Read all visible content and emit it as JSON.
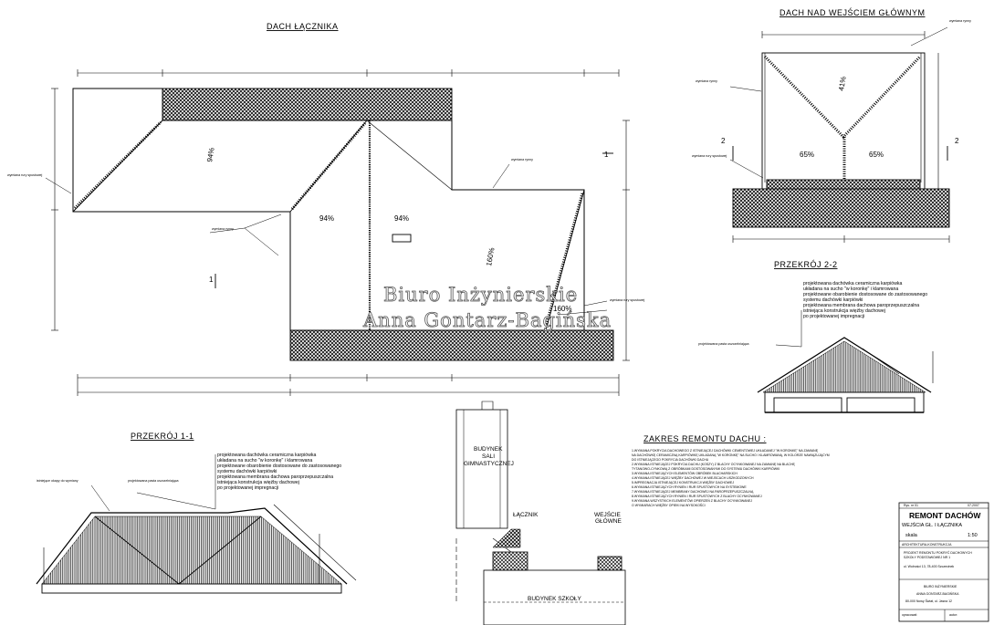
{
  "titles": {
    "dach_lacznika": "DACH ŁĄCZNIKA",
    "dach_wejscie": "DACH NAD WEJŚCIEM GŁÓWNYM",
    "przekroj_22": "PRZEKRÓJ 2-2",
    "przekroj_11": "PRZEKRÓJ 1-1",
    "zakres": "ZAKRES REMONTU DACHU :"
  },
  "slopes": {
    "a": "94%",
    "b": "94%",
    "c": "94%",
    "d": "160%",
    "e": "160%",
    "f": "41%",
    "g": "65%",
    "h": "65%"
  },
  "section_marks": {
    "one_a": "1",
    "one_b": "1",
    "two_a": "2",
    "two_b": "2"
  },
  "buildings": {
    "sala_1": "BUDYNEK",
    "sala_2": "SALI",
    "sala_3": "GIMNASTYCZNEJ",
    "lacznik": "ŁĄCZNIK",
    "wejscie_1": "WEJŚCIE",
    "wejscie_2": "GŁÓWNE",
    "szkola": "BUDYNEK SZKOŁY"
  },
  "notes_22": [
    "projektowana dachówka ceramiczna karpiówka",
    "układana na sucho \"w koronkę\" i klamrowana",
    "projektowane obarobienie dostosowane do zastosowanego",
    "systemu dachówki karpiówki",
    "projektowana membrana dachowa paroprzepuszczalna",
    "istniejąca konstrukcja więźby dachowej",
    "po projektowanej impregnacji"
  ],
  "notes_11": [
    "projektowana dachówka ceramiczna karpiówka",
    "układana na sucho \"w koronkę\" i klamrowana",
    "projektowane obarobienie dostosowane do zastosowanego",
    "systemu dachówki karpiówki",
    "projektowana membrana dachowa paroprzepuszczalna",
    "istniejąca konstrukcja więźby dachowej",
    "po projektowanej impregnacji"
  ],
  "scope_lines": [
    "1.WYMIANA POKRYCIA DACHOWEGO Z ISTNIEJĄCEJ DACHÓWKI CEMENTOWEJ UKŁADANEJ \"W KORONKĘ\" NA ZAMIANĘ",
    "NA DACHÓWKĘ CERAMICZNĄ KARPIÓWKĘ UKŁADANĄ \"W KORONKĘ\" NA SUCHO I KLAMROWANĄ, W KOLORZE NAWIĄZUJĄCYM",
    "DO ISTNIEJĄCEGO POKRYCIA DACHÓWKI DACHU",
    "2.WYMIANA ISTNIEJĄCEJ POKRYCIA DACHU (KOSZY) Z BLACHY OCYNKOWANEJ NA ZAMIANĘ NA BLACHĘ",
    "TYTANOWO-CYNKOWĄ Z OBRÓBKAMI DOSTOSOWANYMI DO SYSTEMU DACHÓWKI KARPIÓWKI",
    "3.WYMIANA ISTNIEJĄCYCH ELEMENTÓW OBRÓBEK BLACHARSKICH",
    "4.WYMIANA ISTNIEJĄCEJ WIĘŹBY DACHOWEJ W MIEJSCACH USZKODZONYCH",
    "5.IMPREGNACJA ISTNIEJĄCEJ KONSTRUKCJI WIĘŹBY DACHOWEJ",
    "6.WYMIANA ISTNIEJĄCYCH RYNIEN I RUR SPUSTOWYCH NA SYSTEMOWE",
    "7.WYMIANA ISTNIEJĄCEJ MEMBRANY DACHOWEJ NA PAROPRZEPUSZCZALNĄ",
    "8.WYMIANA ISTNIEJĄCYCH RYNIEN I RUR SPUSTOWYCH Z BLACHY OCYNKOWANEJ",
    "9.WYMIANA WSZYSTKICH ELEMENTÓW OPIERZEŃ Z BLACHY OCYNKOWANEJ",
    "O WYMIARACH WIĘŹBY OPIEKI NA WYSOKOŚCI"
  ],
  "watermark": {
    "line1": "Biuro Inżynierskie",
    "line2": "Anna Gontarz-Bagińska"
  },
  "titleblock": {
    "rys": "Rys. nr 01",
    "date": "07-2007",
    "name1": "REMONT DACHÓW",
    "name2": "WEJŚCIA GŁ. I ŁĄCZNIKA",
    "skala_label": "skala",
    "skala": "1:50",
    "faza": "ARCHITEKTURA-KONSTRUKCJA",
    "project1": "PROJEKT REMONTU POKRYĆ DACHOWYCH",
    "project2": "SZKOŁY PODSTAWOWEJ NR 1",
    "addr": "ul. Wolności 13, 78-400 Szczecinek",
    "biuro": "BIURO INŻYNIERSKIE",
    "biuro2": "ANNA GONTARZ-BAGIŃSKA",
    "biuro3": "80-000 Nowy Świat, ul. Jasna 12",
    "opracowal": "opracował:",
    "autor": "autor:"
  },
  "callouts": {
    "c1": "wymiana rury spustowej",
    "c2": "wymiana rynny",
    "c3": "wymiana rynny",
    "c4": "wymiana rury spustowej",
    "c5": "wymiana rynny",
    "c6": "wymiana rynny",
    "c7": "wymiana rury spustowej",
    "c8": "projektowana pasta uszczelniająca",
    "c9": "istniejące okapy do wymiany",
    "c10": "projektowana pasta uszczelniająca"
  },
  "colors": {
    "ink": "#000000",
    "paper": "#ffffff",
    "hatch": "#111111"
  }
}
